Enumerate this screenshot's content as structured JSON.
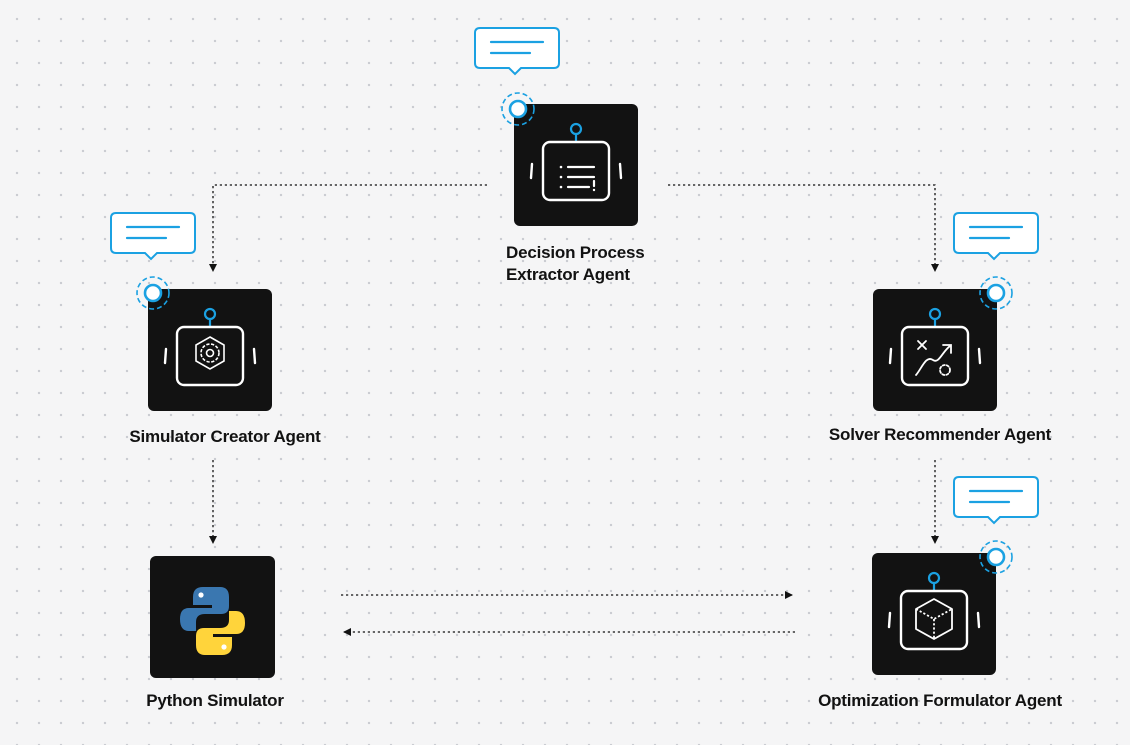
{
  "nodes": {
    "decision_process_extractor": {
      "label": "Decision Process\nExtractor Agent",
      "icon": "checklist-icon"
    },
    "simulator_creator": {
      "label": "Simulator Creator Agent",
      "icon": "gear-icon"
    },
    "solver_recommender": {
      "label": "Solver Recommender Agent",
      "icon": "strategy-icon"
    },
    "python_simulator": {
      "label": "Python Simulator",
      "icon": "python-logo-icon"
    },
    "optimization_formulator": {
      "label": "Optimization Formulator Agent",
      "icon": "cube-icon"
    }
  },
  "edges": [
    {
      "from": "decision_process_extractor",
      "to": "simulator_creator"
    },
    {
      "from": "decision_process_extractor",
      "to": "solver_recommender"
    },
    {
      "from": "simulator_creator",
      "to": "python_simulator"
    },
    {
      "from": "solver_recommender",
      "to": "optimization_formulator"
    },
    {
      "from": "python_simulator",
      "to": "optimization_formulator"
    },
    {
      "from": "optimization_formulator",
      "to": "python_simulator"
    }
  ],
  "colors": {
    "accent": "#1ba1e2",
    "node_fill": "#121212",
    "icon_stroke": "#ffffff",
    "python_blue": "#3a77b0",
    "python_yellow": "#ffd43b",
    "background": "#f5f5f6",
    "grid_dot": "#c9cbd0"
  }
}
